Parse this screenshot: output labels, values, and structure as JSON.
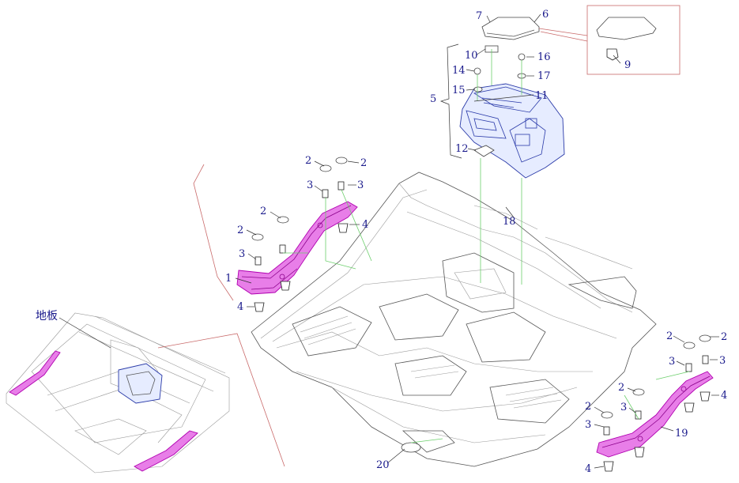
{
  "diagram": {
    "inset_label": "地板",
    "callouts": [
      {
        "id": "c1",
        "text": "1"
      },
      {
        "id": "c2a",
        "text": "2"
      },
      {
        "id": "c2b",
        "text": "2"
      },
      {
        "id": "c2c",
        "text": "2"
      },
      {
        "id": "c2d",
        "text": "2"
      },
      {
        "id": "c2e",
        "text": "2"
      },
      {
        "id": "c2f",
        "text": "2"
      },
      {
        "id": "c2g",
        "text": "2"
      },
      {
        "id": "c2h",
        "text": "2"
      },
      {
        "id": "c3a",
        "text": "3"
      },
      {
        "id": "c3b",
        "text": "3"
      },
      {
        "id": "c3c",
        "text": "3"
      },
      {
        "id": "c3d",
        "text": "3"
      },
      {
        "id": "c3e",
        "text": "3"
      },
      {
        "id": "c3f",
        "text": "3"
      },
      {
        "id": "c3g",
        "text": "3"
      },
      {
        "id": "c4a",
        "text": "4"
      },
      {
        "id": "c4b",
        "text": "4"
      },
      {
        "id": "c4c",
        "text": "4"
      },
      {
        "id": "c4d",
        "text": "4"
      },
      {
        "id": "c5",
        "text": "5"
      },
      {
        "id": "c6",
        "text": "6"
      },
      {
        "id": "c7",
        "text": "7"
      },
      {
        "id": "c9",
        "text": "9"
      },
      {
        "id": "c10",
        "text": "10"
      },
      {
        "id": "c11",
        "text": "11"
      },
      {
        "id": "c12",
        "text": "12"
      },
      {
        "id": "c14",
        "text": "14"
      },
      {
        "id": "c15",
        "text": "15"
      },
      {
        "id": "c16",
        "text": "16"
      },
      {
        "id": "c17",
        "text": "17"
      },
      {
        "id": "c18",
        "text": "18"
      },
      {
        "id": "c19",
        "text": "19"
      },
      {
        "id": "c20",
        "text": "20"
      }
    ]
  },
  "colors": {
    "callout_text": "#1a1a8c",
    "rail_fill": "#e87ee8",
    "rail_stroke": "#b000b0",
    "console_stroke": "#2a3aa8",
    "guide_green": "#6ccf6c",
    "guide_red": "#c96a6a"
  }
}
